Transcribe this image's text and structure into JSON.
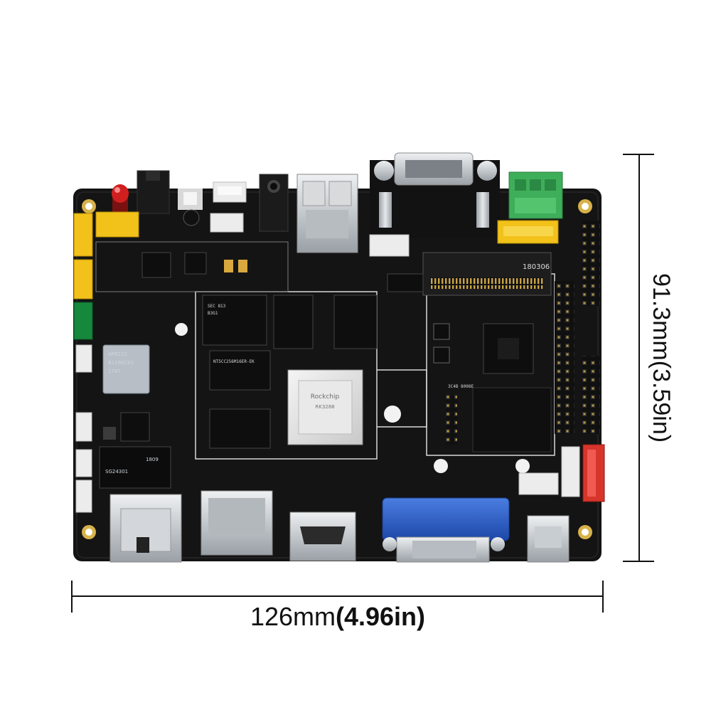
{
  "figure": {
    "width_label": "126mm(4.96in)",
    "height_label": "91.3mm(3.59in)",
    "width_value": "126mm",
    "width_paren": "(4.96in)",
    "height_value": "91.3mm",
    "height_paren": "(3.59in)"
  },
  "board": {
    "soc_marking": "Rockchip",
    "soc_sub1": "RK3288",
    "wifi_marking": "AP6212",
    "wifi_sub1": "B1180C01",
    "wifi_sub2": "1747",
    "ram_marking": "NT5CC256M16ER-EK",
    "m2_marking": "180306",
    "lower_marking": "3C4B 8008E",
    "sg_marking": "SG24301",
    "sg_sub": "1809"
  },
  "colors": {
    "pcb": "#151515",
    "silkscreen": "#e8e8e8",
    "header_yellow": "#f2c21a",
    "terminal_green": "#3fae5a",
    "header_green": "#16883d",
    "vga_blue": "#2a5cc8",
    "header_red": "#d7352b",
    "led_red": "#d11f1f",
    "metal": "#c9cdd1"
  }
}
